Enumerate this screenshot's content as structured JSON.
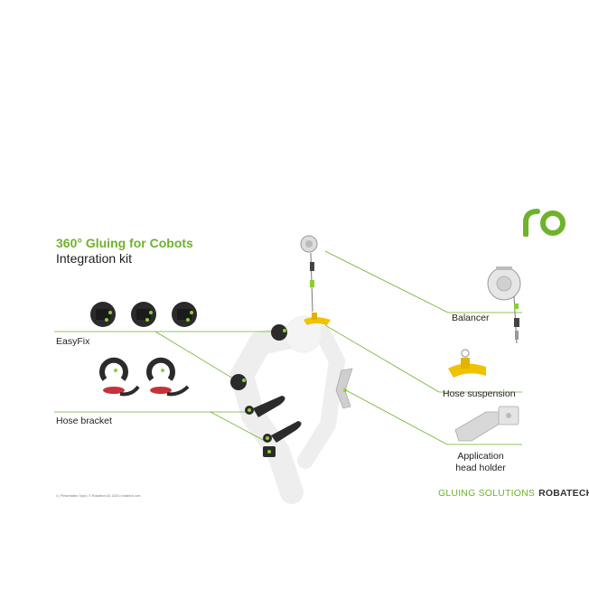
{
  "slide": {
    "title": "360° Gluing for Cobots",
    "subtitle": "Integration kit",
    "labels": {
      "easyfix": "EasyFix",
      "hose_bracket": "Hose bracket",
      "balancer": "Balancer",
      "hose_suspension": "Hose suspension",
      "application_head_holder_line1": "Application",
      "application_head_holder_line2": "head holder"
    },
    "footer": {
      "left": "4  | Presentation Topic | © Robatech AG 2024 | robatech.com",
      "brand_light": "GLUING SOLUTIONS",
      "brand_bold": "ROBATECH"
    }
  },
  "logo": {
    "text": "ro",
    "color": "#6fb22c"
  },
  "colors": {
    "accent": "#6fb22c",
    "part_dark": "#2b2b2b",
    "part_green": "#8ccf2f",
    "part_red": "#c8323c",
    "part_yellow": "#f2c200"
  }
}
